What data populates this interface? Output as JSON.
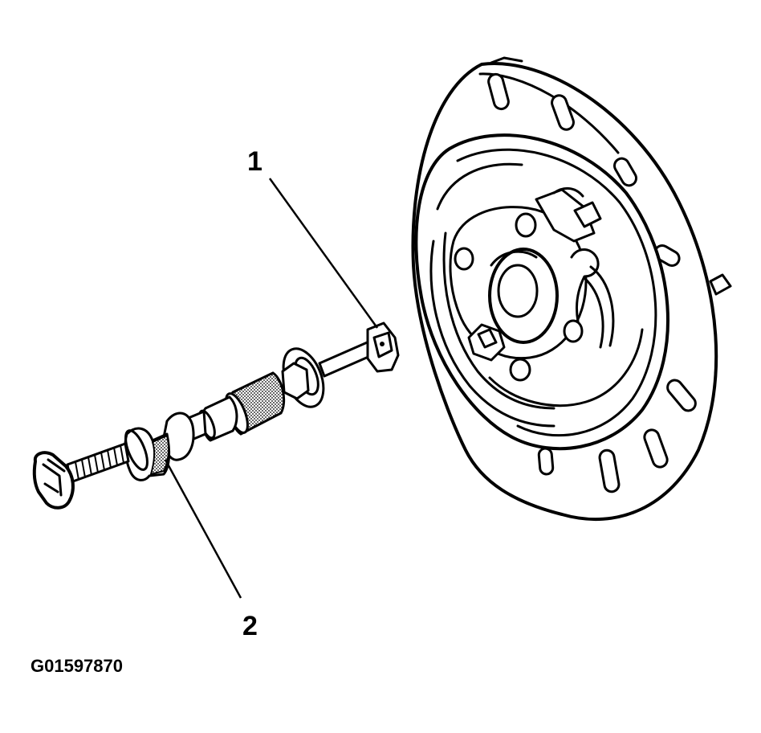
{
  "callouts": [
    {
      "label": "1"
    },
    {
      "label": "2"
    }
  ],
  "figure_id": "G01597870",
  "colors": {
    "ink": "#000000",
    "paper": "#ffffff"
  }
}
